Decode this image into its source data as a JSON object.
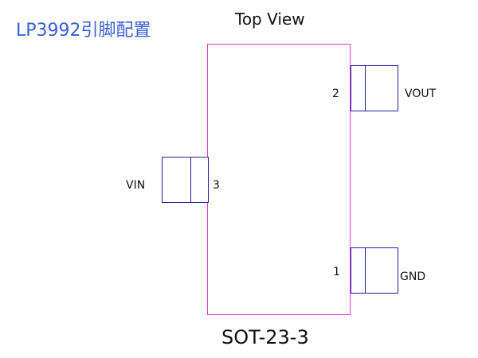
{
  "title": "LP3992引脚配置",
  "view_label": "Top View",
  "package_label": "SOT-23-3",
  "colors": {
    "title": "#3a5fd8",
    "body_outline": "#e040d0",
    "pin_outline": "#2020a0"
  },
  "pins": [
    {
      "number": "2",
      "name": "VOUT"
    },
    {
      "number": "3",
      "name": "VIN"
    },
    {
      "number": "1",
      "name": "GND"
    }
  ]
}
